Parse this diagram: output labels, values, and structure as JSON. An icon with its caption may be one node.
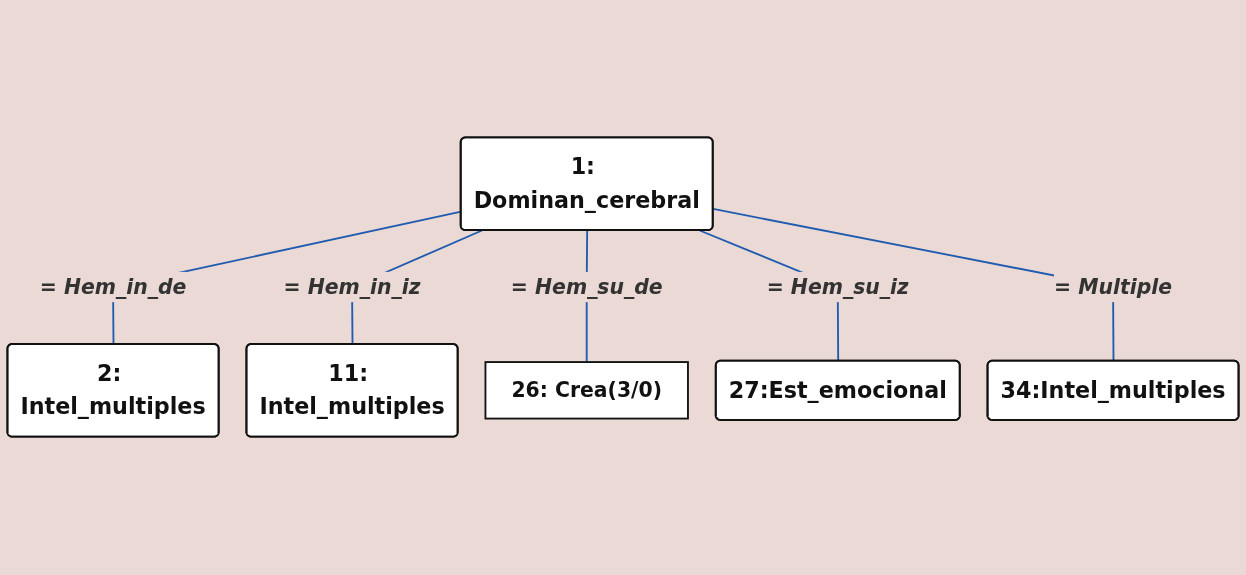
{
  "diagram": {
    "nodes": [
      {
        "text": [
          "1: Dominan_cerebral"
        ]
      },
      {
        "text": [
          "2: Intel_multiples"
        ]
      },
      {
        "text": [
          "11: Intel_multiples"
        ]
      },
      {
        "text": [
          "26: Crea(3/0)"
        ]
      },
      {
        "text": [
          "27:Est_emocional"
        ]
      },
      {
        "text": [
          "34:Intel_multiples"
        ]
      }
    ],
    "edges": [
      {
        "from": 0,
        "to": 1,
        "arrow": "none",
        "label": "= Hem_in_de"
      },
      {
        "from": 0,
        "to": 2,
        "arrow": "none",
        "label": "= Hem_in_iz"
      },
      {
        "from": 0,
        "to": 3,
        "arrow": "none",
        "label": "= Hem_su_de"
      },
      {
        "from": 0,
        "to": 4,
        "arrow": "none",
        "label": "= Hem_su_iz"
      },
      {
        "from": 0,
        "to": 5,
        "arrow": "none",
        "label": "= Multiple"
      }
    ]
  }
}
